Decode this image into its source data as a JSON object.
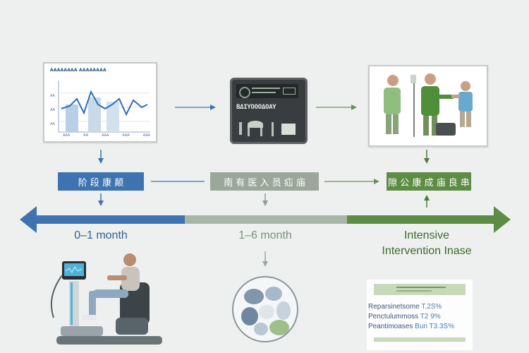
{
  "colors": {
    "blue": "#3d73b0",
    "gray": "#9aa89a",
    "green": "#5d8c44",
    "background": "#eef0ef"
  },
  "panels": {
    "chart": {
      "title": "ΑΑΑΑΑΑΑΑ ΑΑΑΑΑΑΑΑ",
      "ticks_y": [
        "ΑΑ",
        "ΑΑ",
        "ΑΑ"
      ],
      "ticks_x": [
        "ΑΑΑ",
        "ΑΑ",
        "ΑΑΑ",
        "ΑΑΑ",
        "ΑΑΑ"
      ]
    },
    "monitor": {
      "screen_text": "ΒΔΙΥΟΟΟΔΟΑΥ"
    }
  },
  "stages": [
    {
      "label": "阶 段 康 颠",
      "phase": "0–1 month"
    },
    {
      "label": "南 有 医 入 员 疝 庙",
      "phase": "1–6 month"
    },
    {
      "label": "隙 公 康 成 庙 良 串",
      "phase_line1": "Intensive",
      "phase_line2": "Intervention Inase"
    }
  ],
  "metrics": [
    {
      "name": "Reparsinetsome",
      "value": "T.2S%"
    },
    {
      "name": "Penctulummoss",
      "value": "T2 9%"
    },
    {
      "name": "Peantimoases",
      "value": "Bun T3.3S%"
    }
  ]
}
